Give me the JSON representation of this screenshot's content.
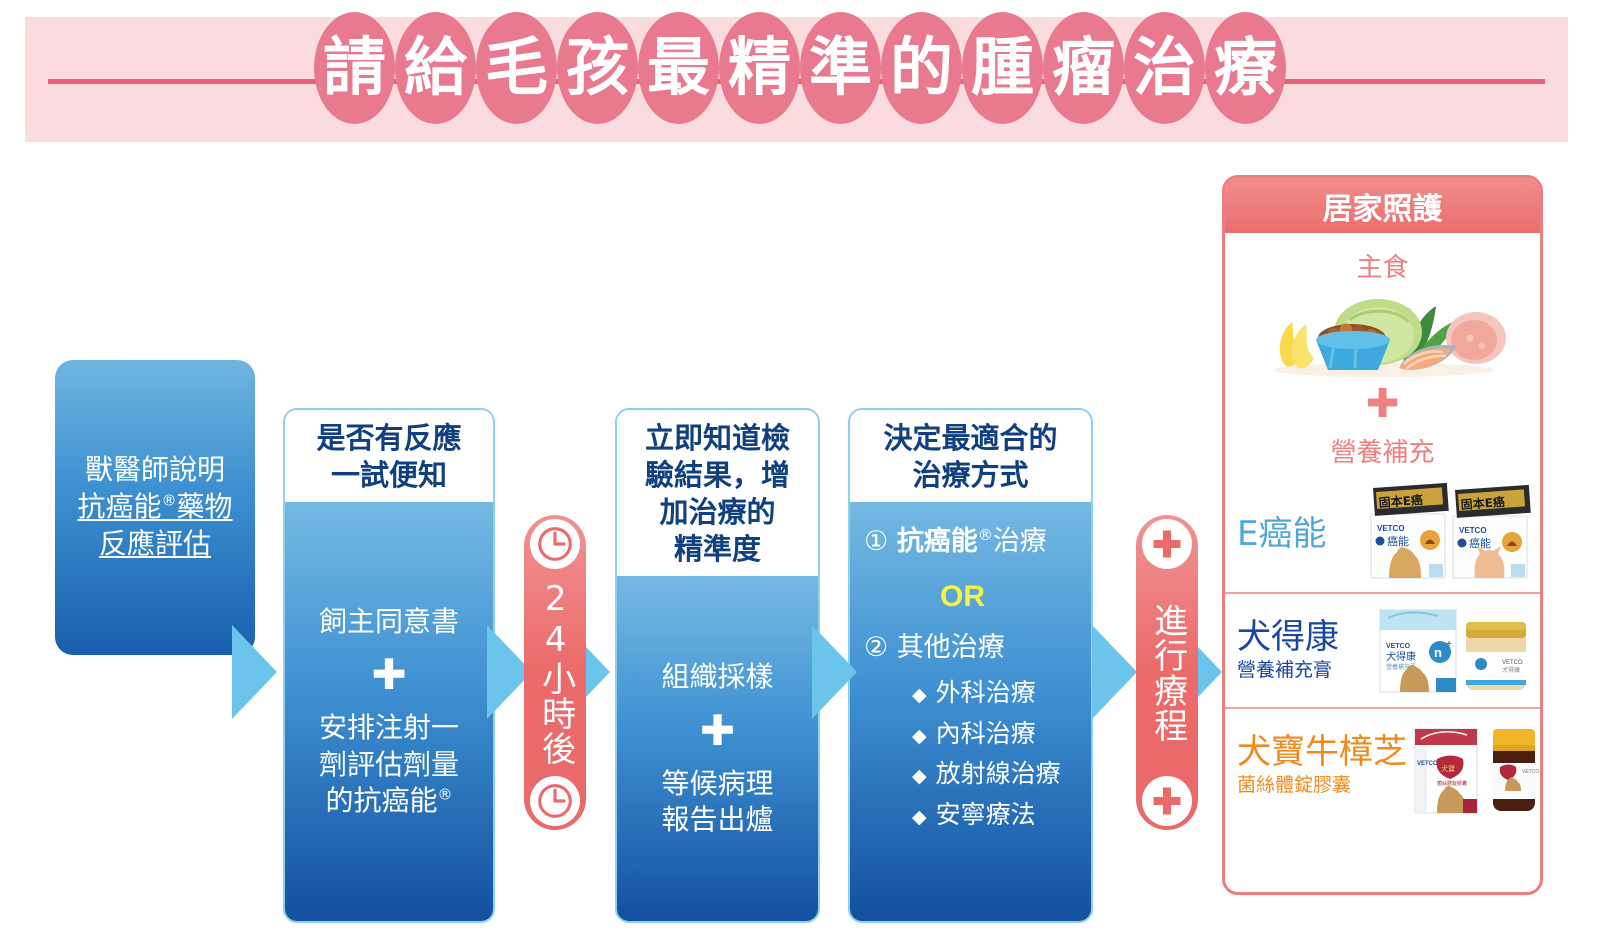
{
  "banner": {
    "title": "請給毛孩最精準的腫瘤治療",
    "chars": [
      "請",
      "給",
      "毛",
      "孩",
      "最",
      "精",
      "準",
      "的",
      "腫",
      "瘤",
      "治",
      "療"
    ],
    "bg_color": "#FBDCDE",
    "char_bubble_color": "#E8798F",
    "rule_color": "#E8637E"
  },
  "flow": {
    "step1": {
      "lines": [
        "獸醫師說明",
        "抗癌能®藥物",
        "反應評估"
      ],
      "line1": "獸醫師說明",
      "line2_a": "抗癌能",
      "line2_reg": "®",
      "line2_b": "藥物",
      "line3": "反應評估",
      "gradient_from": "#6FB5E0",
      "gradient_to": "#1A5FAE"
    },
    "step2": {
      "header_line1": "是否有反應",
      "header_line2": "一試便知",
      "body_top": "飼主同意書",
      "plus": "✚",
      "body_bottom_l1": "安排注射一",
      "body_bottom_l2": "劑評估劑量",
      "body_bottom_l3a": "的抗癌能",
      "body_bottom_reg": "®"
    },
    "pill1": {
      "text": "24小時後",
      "icon_top": "clock-icon",
      "icon_bottom": "clock-icon",
      "color": "#EC6A6A"
    },
    "step3": {
      "header_line1": "立即知道檢",
      "header_line2": "驗結果，增",
      "header_line3": "加治療的",
      "header_line4": "精準度",
      "body_top": "組織採樣",
      "plus": "✚",
      "body_bottom_l1": "等候病理",
      "body_bottom_l2": "報告出爐"
    },
    "step4": {
      "header_line1": "決定最適合的",
      "header_line2": "治療方式",
      "option1_num": "①",
      "option1_bold": "抗癌能",
      "option1_reg": "®",
      "option1_rest": "治療",
      "or": "OR",
      "or_color": "#F7F248",
      "option2_num": "②",
      "option2_text": "其他治療",
      "bullets": [
        "外科治療",
        "內科治療",
        "放射線治療",
        "安寧療法"
      ]
    },
    "pill2": {
      "text": "進行療程",
      "icon_top": "medical-cross-icon",
      "icon_bottom": "medical-cross-icon",
      "color": "#EC6A6A"
    }
  },
  "panel": {
    "header": "居家照護",
    "header_color": "#E96E6E",
    "staple_label": "主食",
    "plus": "✚",
    "supplement_label": "營養補充",
    "products": [
      {
        "name": "E癌能",
        "sub": "",
        "name_color": "#4FA8D8",
        "art": "two-product-boxes-dog-cat"
      },
      {
        "name": "犬得康",
        "sub": "營養補充膏",
        "name_color": "#17479E",
        "art": "box-and-jar"
      },
      {
        "name": "犬寶牛樟芝",
        "sub": "菌絲體錠膠囊",
        "name_color": "#F08A1E",
        "art": "box-and-bottle"
      }
    ]
  }
}
